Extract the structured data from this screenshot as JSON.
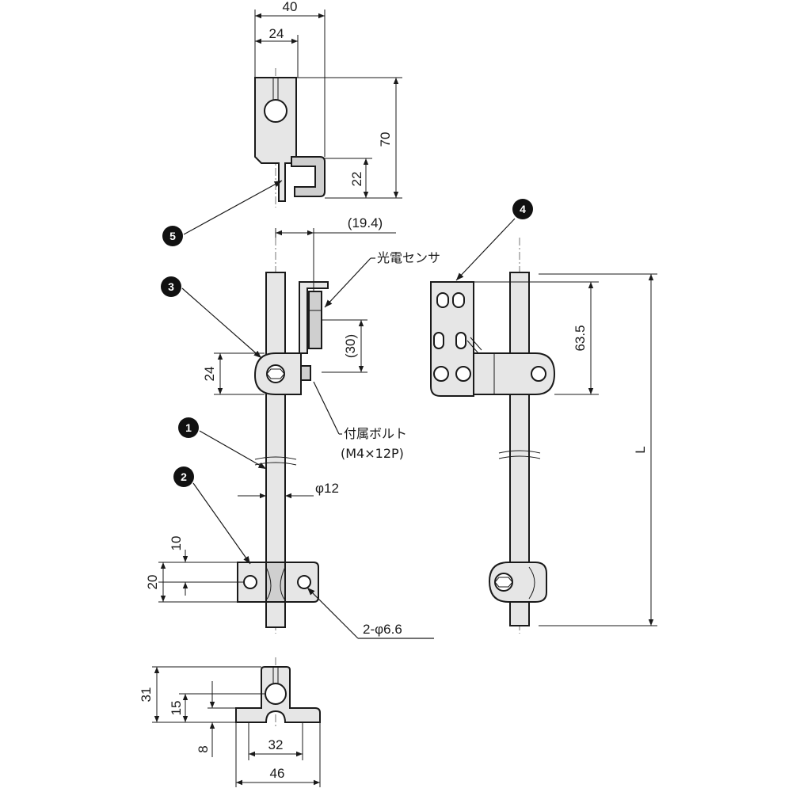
{
  "dimensions": {
    "top_width": "40",
    "top_inner": "24",
    "top_height": "70",
    "top_lower": "22",
    "sensor_offset": "(19.4)",
    "sensor_height": "(30)",
    "clamp_height": "24",
    "rod_diameter": "φ12",
    "base_hole_pos": "10",
    "base_height": "20",
    "holes": "2-φ6.6",
    "right_height": "63.5",
    "length": "L",
    "bottom_total": "31",
    "bottom_mid": "15",
    "bottom_low": "8",
    "bottom_inner": "32",
    "bottom_width": "46"
  },
  "labels": {
    "sensor": "光電センサ",
    "bolt_line1": "付属ボルト",
    "bolt_line2": "(M4×12P)"
  },
  "callouts": [
    "1",
    "2",
    "3",
    "4",
    "5"
  ]
}
